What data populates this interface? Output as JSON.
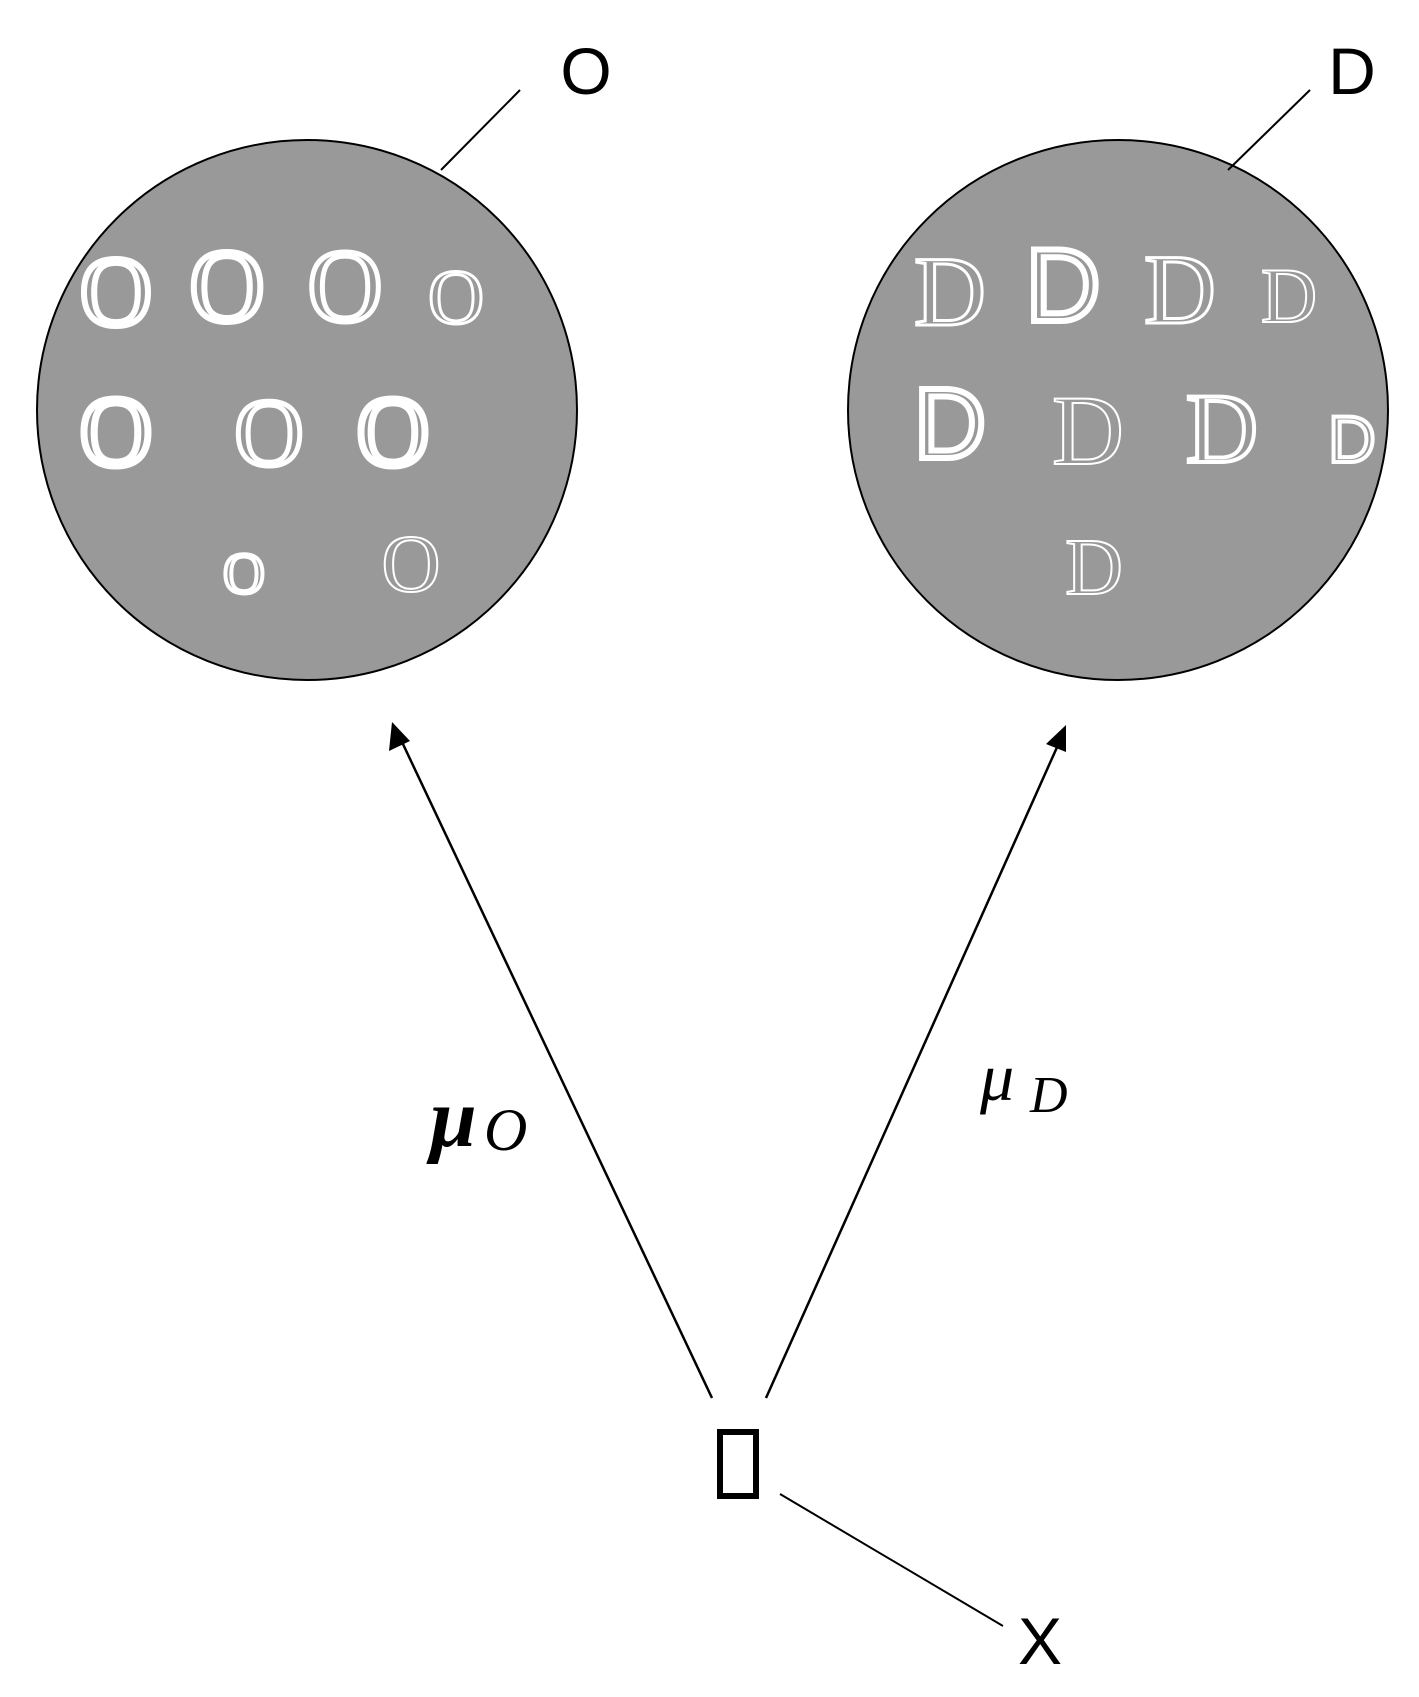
{
  "labels": {
    "set_o": "O",
    "set_d": "D",
    "point_x": "X",
    "mu_o_symbol": "μ",
    "mu_o_subscript": "O",
    "mu_d_symbol": "μ",
    "mu_d_subscript": "D"
  },
  "set_o_glyph": "O",
  "set_d_glyph": "D",
  "colors": {
    "circle_fill": "#999999",
    "circle_stroke": "#000000",
    "glyph": "#ffffff",
    "line": "#000000",
    "background": "#ffffff"
  },
  "point_box_visible": true
}
